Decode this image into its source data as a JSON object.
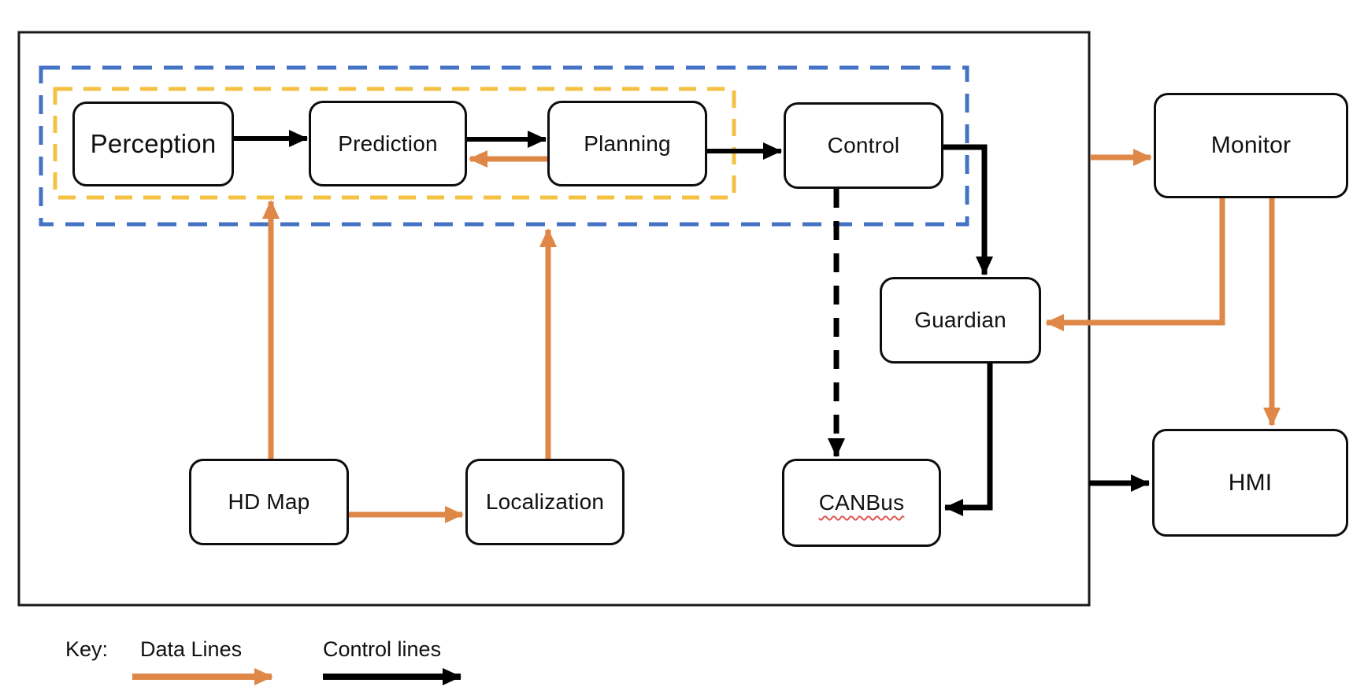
{
  "nodes": {
    "perception": "Perception",
    "prediction": "Prediction",
    "planning": "Planning",
    "control": "Control",
    "monitor": "Monitor",
    "guardian": "Guardian",
    "hd_map": "HD Map",
    "localization": "Localization",
    "canbus": "CANBus",
    "hmi": "HMI"
  },
  "key": {
    "title": "Key:",
    "data_lines_label": "Data Lines",
    "control_lines_label": "Control lines"
  },
  "colors": {
    "data_line": "#DE8746",
    "control_line": "#000000",
    "outer_boundary": "#1a1a1a",
    "blue_dashed_group": "#4472C4",
    "yellow_dashed_group": "#F5C142",
    "spellcheck_red": "#E0584E"
  }
}
